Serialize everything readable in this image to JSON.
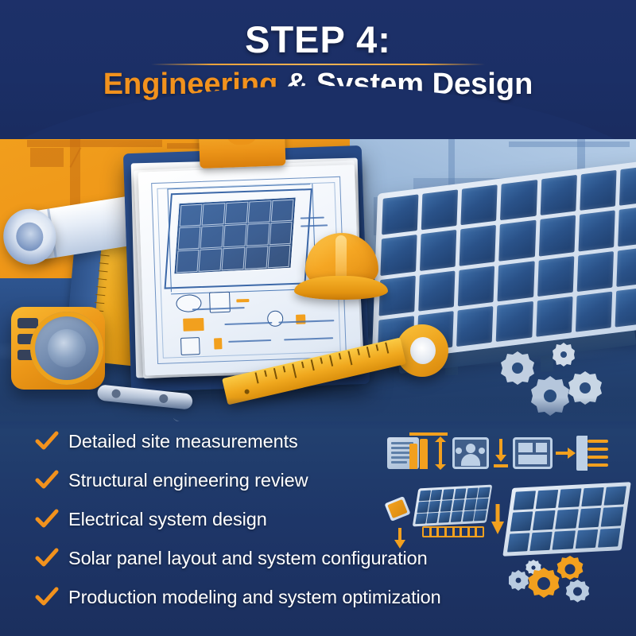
{
  "header": {
    "step_title": "STEP 4:",
    "subtitle_highlight": "Engineering",
    "subtitle_rest": " & System Design",
    "divider": "gold-divider",
    "bg_color": "#1b2f66",
    "highlight_color": "#F2921D",
    "text_color": "#FFFFFF"
  },
  "illustration": {
    "bg_left_color": "#EE9517",
    "bg_right_color": "#9cb9da",
    "desk_color": "#27497f",
    "objects": [
      "clipboard-with-blueprint",
      "hard-hat",
      "rolled-blueprints",
      "angle-ruler",
      "tape-measure",
      "caliper-tool",
      "yellow-ruler",
      "solar-panel-array",
      "tape-roll",
      "clamp-tool",
      "gears",
      "construction-cranes"
    ]
  },
  "checklist": {
    "marker": "check-icon",
    "marker_color": "#F2921D",
    "items": [
      {
        "label": "Detailed site measurements"
      },
      {
        "label": "Structural engineering review"
      },
      {
        "label": "Electrical system design"
      },
      {
        "label": "Solar panel layout and system configuration"
      },
      {
        "label": "Production modeling and system optimization"
      }
    ]
  },
  "lower_icons": {
    "row1": [
      "document-icon",
      "bar-chart-icon",
      "height-arrow-icon",
      "people-photo-icon",
      "down-arrow-icon",
      "layout-panel-icon",
      "right-arrow-icon",
      "checklist-icon"
    ],
    "row2": [
      "small-solar-panel-icon",
      "mount-rail-icon",
      "down-arrow-icon",
      "large-solar-panel-icon"
    ],
    "row3": [
      "gear-icon",
      "gear-icon",
      "gear-icon"
    ],
    "accent_color": "#F2A01E",
    "panel_color": "#bdd0e6"
  }
}
